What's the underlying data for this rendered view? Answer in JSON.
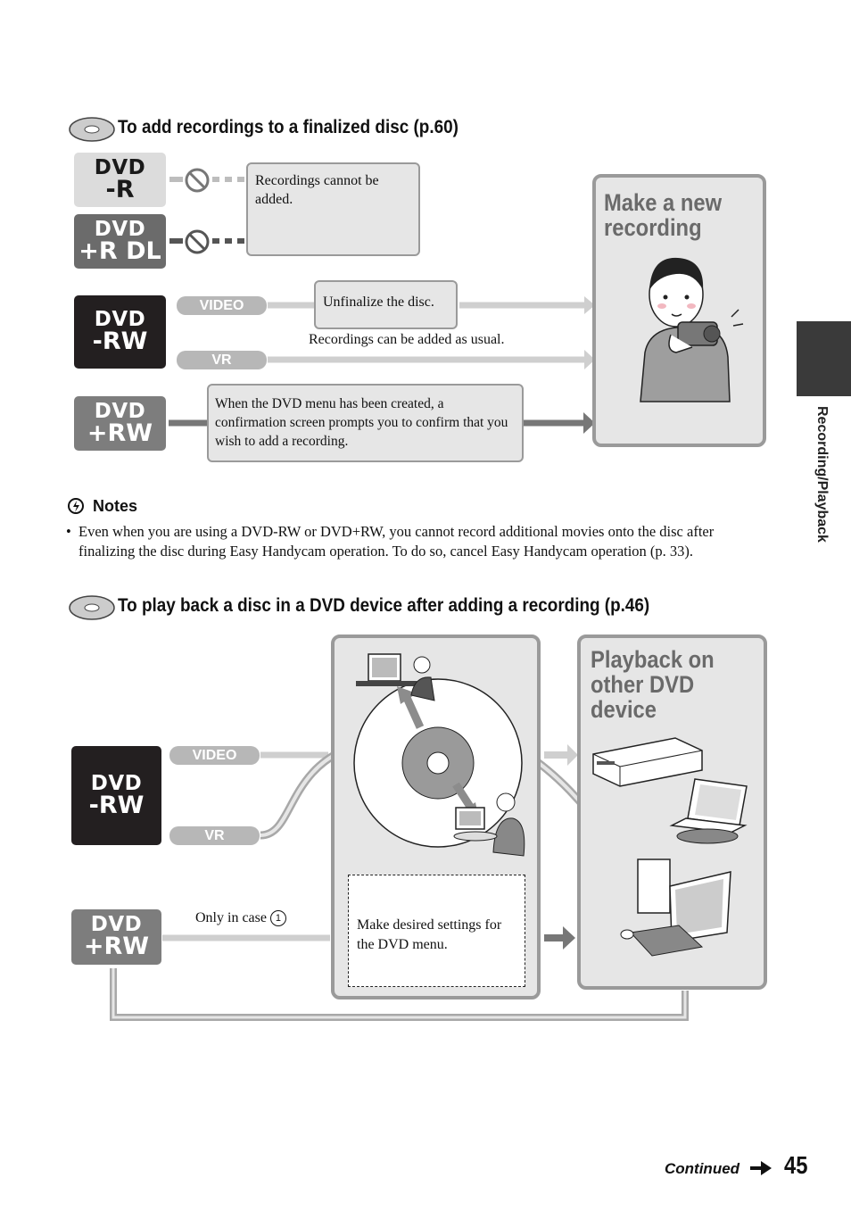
{
  "section1": {
    "heading": "To add recordings to a finalized disc (p.60)",
    "discs": {
      "dvd_r": [
        "DVD",
        "-R"
      ],
      "dvd_r_dl": [
        "DVD",
        "+R DL"
      ],
      "dvd_rw": [
        "DVD",
        "-RW"
      ],
      "dvd_plus_rw": [
        "DVD",
        "+RW"
      ]
    },
    "box_cannot": "Recordings cannot be added.",
    "pill_video": "VIDEO",
    "pill_vr": "VR",
    "box_unfinalize": "Unfinalize the disc.",
    "text_added_usual": "Recordings can be added as usual.",
    "box_dvd_menu": "When the DVD menu has been created, a confirmation screen prompts you to confirm that you wish to add a recording.",
    "panel_title": "Make a new\nrecording"
  },
  "notes": {
    "title": "Notes",
    "items": [
      "Even when you are using a DVD-RW or DVD+RW, you cannot record additional movies onto the disc after finalizing the disc during Easy Handycam operation. To do so, cancel Easy Handycam operation (p. 33)."
    ]
  },
  "section2": {
    "heading": "To play back a disc in a DVD device after adding a recording (p.46)",
    "discs": {
      "dvd_rw": [
        "DVD",
        "-RW"
      ],
      "dvd_plus_rw": [
        "DVD",
        "+RW"
      ]
    },
    "pill_video": "VIDEO",
    "pill_vr": "VR",
    "only_in_case": "Only in case",
    "circle_num": "1",
    "box_settings": "Make desired settings for the DVD menu.",
    "panel_title": "Playback on\nother DVD device"
  },
  "sidebar_label": "Recording/Playback",
  "footer": {
    "continued": "Continued",
    "page_number": "45"
  }
}
